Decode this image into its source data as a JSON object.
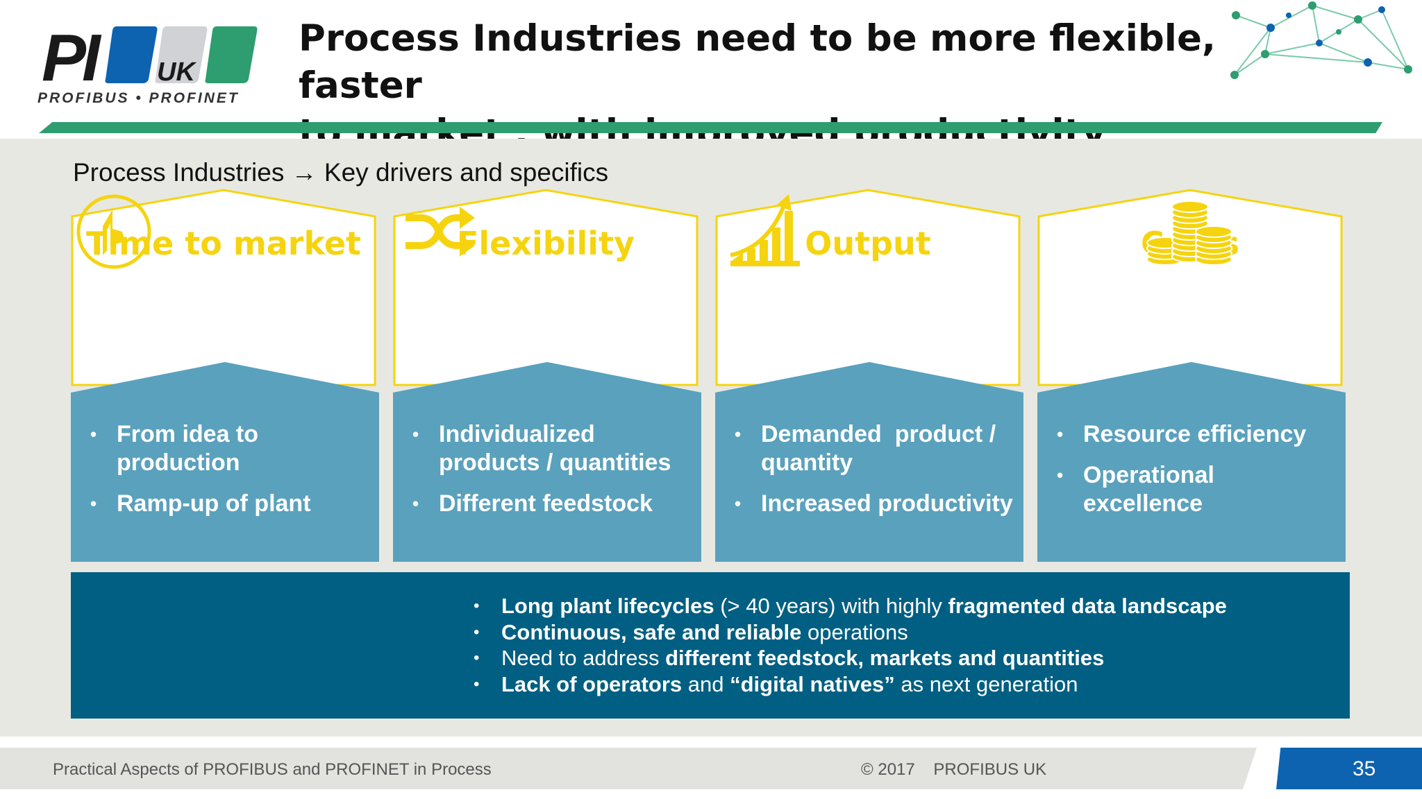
{
  "header": {
    "logo": {
      "mark": "PI",
      "badge": "UK",
      "tagline": "PROFIBUS • PROFINET"
    },
    "title_line1": "Process Industries need to be more flexible, faster",
    "title_line2": "to market , with improved productivity"
  },
  "subtitle": "Process Industries → Key drivers and specifics",
  "colors": {
    "yellow": "#f5d40f",
    "card_blue": "#5aa1bd",
    "banner_blue": "#005f82",
    "green": "#2e9d6f",
    "page_box": "#0d63b0"
  },
  "cards": [
    {
      "title": "Time to market",
      "icon": "clock-icon",
      "items": [
        "From idea to production",
        "Ramp-up of plant"
      ]
    },
    {
      "title": "Flexibility",
      "icon": "shuffle-icon",
      "items": [
        "Individualized products / quantities",
        "Different feedstock"
      ]
    },
    {
      "title": "Output",
      "icon": "growth-chart-icon",
      "items": [
        "Demanded  product / quantity",
        "Increased productivity"
      ]
    },
    {
      "title": "Costs",
      "icon": "coin-stacks-icon",
      "items": [
        "Resource efficiency",
        "Operational excellence"
      ]
    }
  ],
  "banner": {
    "line1": {
      "b1": "Long plant lifecycles",
      "t1": " (> 40 years) with highly ",
      "b2": "fragmented data landscape"
    },
    "line2": {
      "b1": "Continuous, safe and reliable",
      "t1": " operations"
    },
    "line3": {
      "t1": "Need to address ",
      "b1": "different feedstock, markets and quantities"
    },
    "line4": {
      "b1": "Lack of operators",
      "t1": " and ",
      "b2": "“digital natives”",
      "t2": " as next generation"
    }
  },
  "footer": {
    "left": "Practical Aspects of PROFIBUS and PROFINET in Process",
    "copyright": "© 2017    PROFIBUS UK",
    "page": "35"
  }
}
